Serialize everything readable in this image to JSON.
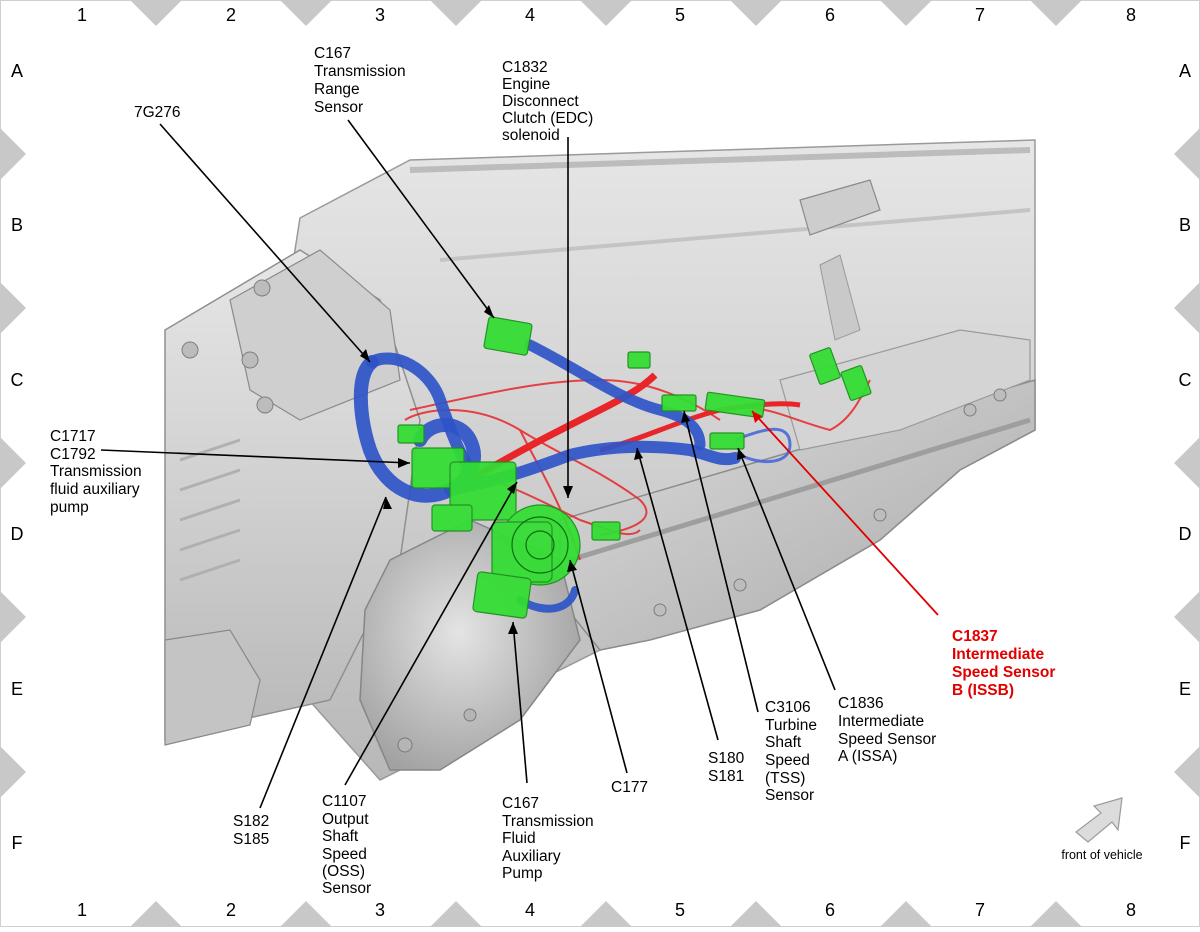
{
  "grid": {
    "columns": [
      "1",
      "2",
      "3",
      "4",
      "5",
      "6",
      "7",
      "8"
    ],
    "rows": [
      "A",
      "B",
      "C",
      "D",
      "E",
      "F"
    ]
  },
  "callouts": {
    "c167_trs": [
      "C167",
      "Transmission",
      "Range",
      "Sensor"
    ],
    "c1832_edc": [
      "C1832",
      "Engine",
      "Disconnect",
      "Clutch (EDC)",
      "solenoid"
    ],
    "g7g276": [
      "7G276"
    ],
    "c1717_c1792": [
      "C1717",
      "C1792",
      "Transmission",
      "fluid auxiliary",
      "pump"
    ],
    "c1837_issb": [
      "C1837",
      "Intermediate",
      "Speed Sensor",
      "B (ISSB)"
    ],
    "c1836_issa": [
      "C1836",
      "Intermediate",
      "Speed Sensor",
      "A (ISSA)"
    ],
    "c3106_tss": [
      "C3106",
      "Turbine",
      "Shaft",
      "Speed",
      "(TSS)",
      "Sensor"
    ],
    "s180_s181": [
      "S180",
      "S181"
    ],
    "c177": [
      "C177"
    ],
    "c167_pump": [
      "C167",
      "Transmission",
      "Fluid",
      "Auxiliary",
      "Pump"
    ],
    "c1107_oss": [
      "C1107",
      "Output",
      "Shaft",
      "Speed",
      "(OSS)",
      "Sensor"
    ],
    "s182_s185": [
      "S182",
      "S185"
    ]
  },
  "front_of_vehicle": "front of vehicle",
  "colors": {
    "highlight_callout": "#e00000",
    "harness_blue": "#2f54c8",
    "harness_red": "#e8262a",
    "connector_green": "#33dd33",
    "housing_gray": "#d6d6d6",
    "border_tab": "#c8c8c8"
  }
}
